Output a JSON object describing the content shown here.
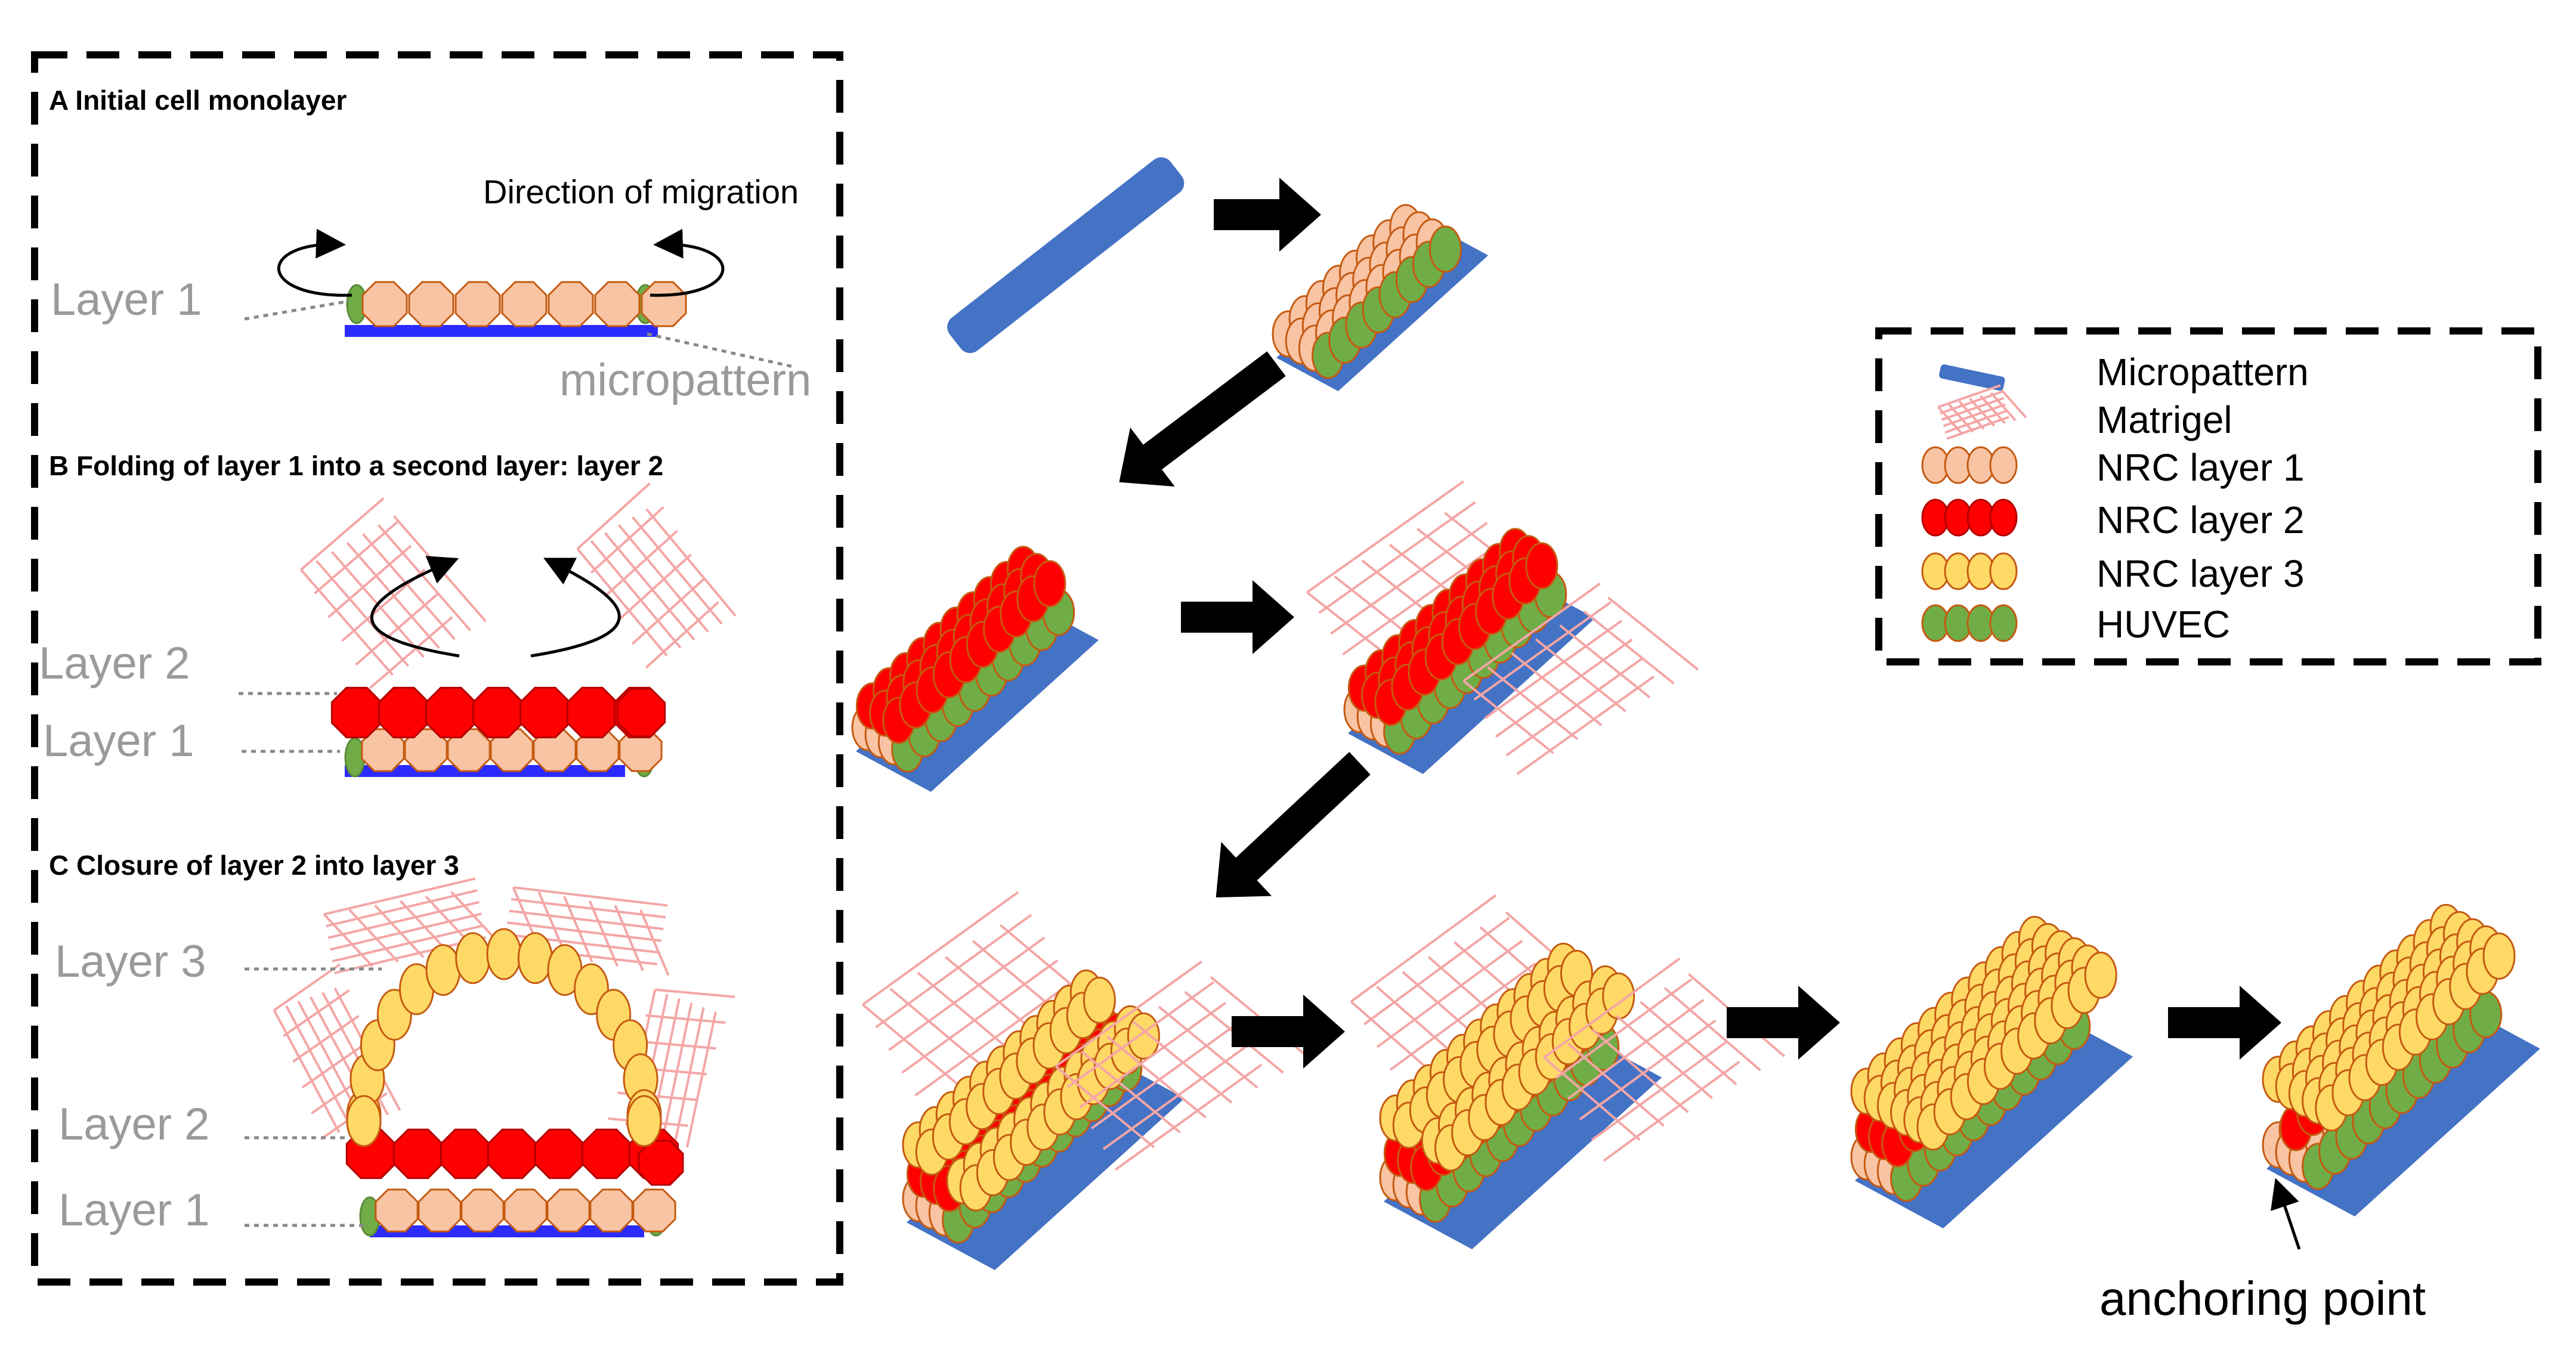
{
  "panels": {
    "a": {
      "title": "A Initial cell monolayer",
      "direction_label": "Direction of migration",
      "layer1": "Layer 1",
      "micropattern": "micropattern"
    },
    "b": {
      "title": "B Folding of layer 1 into a second layer: layer 2",
      "layer2": "Layer 2",
      "layer1": "Layer 1"
    },
    "c": {
      "title": "C Closure of layer 2 into layer 3",
      "layer3": "Layer 3",
      "layer2": "Layer 2",
      "layer1": "Layer 1"
    }
  },
  "legend": {
    "items": [
      {
        "label": "Micropattern",
        "color": "#4472c4"
      },
      {
        "label": "Matrigel",
        "color": "#f4a6a6"
      },
      {
        "label": "NRC layer 1",
        "color": "#f8c4a4"
      },
      {
        "label": "NRC layer 2",
        "color": "#ff0000"
      },
      {
        "label": "NRC layer 3",
        "color": "#ffd966"
      },
      {
        "label": "HUVEC",
        "color": "#70ad47"
      }
    ]
  },
  "annotation": {
    "anchoring_point": "anchoring point"
  },
  "colors": {
    "outline": "#c55a11",
    "pattern": "#4472c4",
    "matrigel": "#f4a6a6"
  }
}
